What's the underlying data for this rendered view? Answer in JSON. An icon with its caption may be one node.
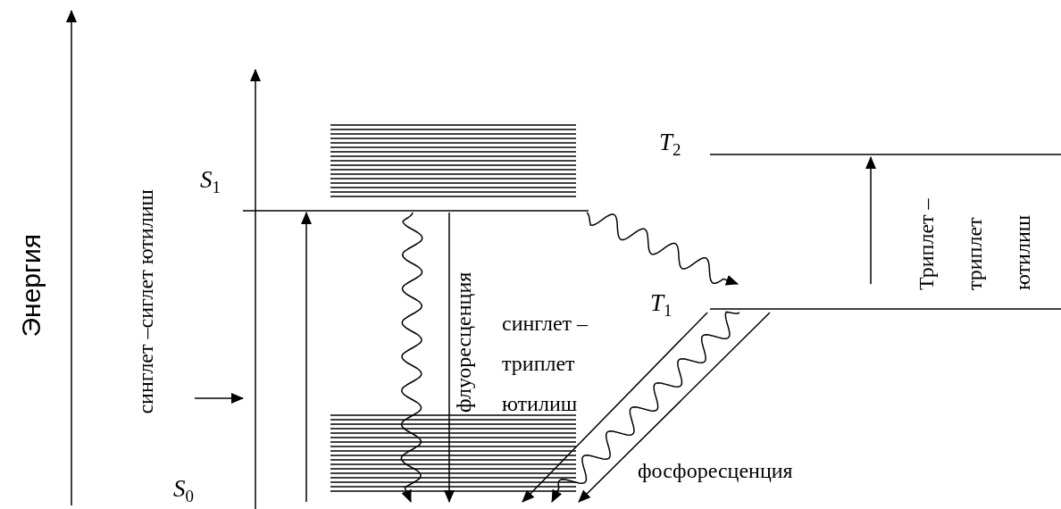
{
  "diagram": {
    "nodes": [
      {
        "text": [
          "*S*$_{1}$"
        ]
      },
      {
        "text": [
          "*T*$_{2}$"
        ]
      },
      {
        "text": [
          "*T*$_{1}$"
        ]
      },
      {
        "text": [
          "*S*$_{0}$"
        ]
      }
    ],
    "edges": [
      {
        "from": 3,
        "to": 0,
        "arrow": "to"
      },
      {
        "from": 0,
        "to": 3,
        "arrow": "to"
      },
      {
        "from": 0,
        "to": 3,
        "arrow": "to",
        "label": "флуоресценция"
      },
      {
        "from": 0,
        "to": 2,
        "arrow": "to"
      },
      {
        "from": 2,
        "to": 3,
        "arrow": "to"
      },
      {
        "from": 2,
        "to": 3,
        "arrow": "to"
      },
      {
        "from": 2,
        "to": 3,
        "arrow": "to",
        "label": "фосфоресценция"
      },
      {
        "from": 2,
        "to": 1,
        "arrow": "to",
        "label": "Триплет – триплет ютилиш"
      }
    ],
    "labels": [
      "Энергия",
      "синглет –сиглет ютилиш",
      "синглет – триплет ютилиш"
    ]
  }
}
